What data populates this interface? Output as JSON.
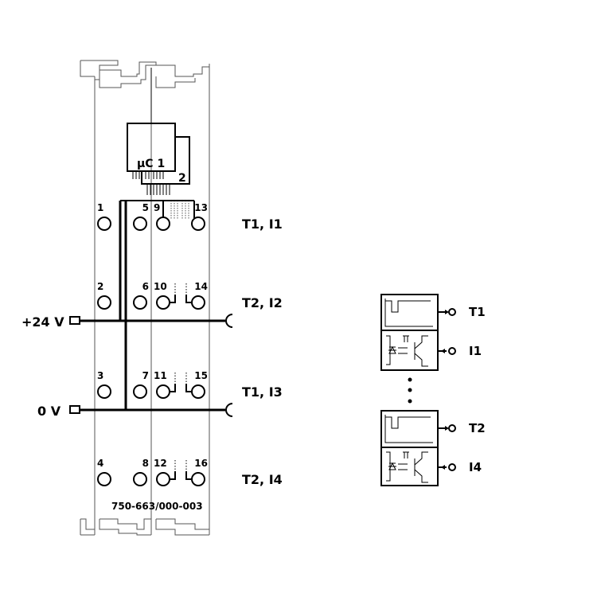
{
  "module": {
    "chip_labels": [
      "µC 1",
      "2"
    ],
    "terminal_numbers": [
      "1",
      "2",
      "3",
      "4",
      "5",
      "6",
      "7",
      "8",
      "9",
      "10",
      "11",
      "12",
      "13",
      "14",
      "15",
      "16"
    ],
    "row_labels": [
      "T1, I1",
      "T2, I2",
      "T1, I3",
      "T2, I4"
    ],
    "supply_labels": [
      "+24 V",
      "0 V"
    ],
    "part_number": "750-663/000-003"
  },
  "schematic": {
    "labels": [
      "T1",
      "I1",
      "T2",
      "I4"
    ]
  }
}
